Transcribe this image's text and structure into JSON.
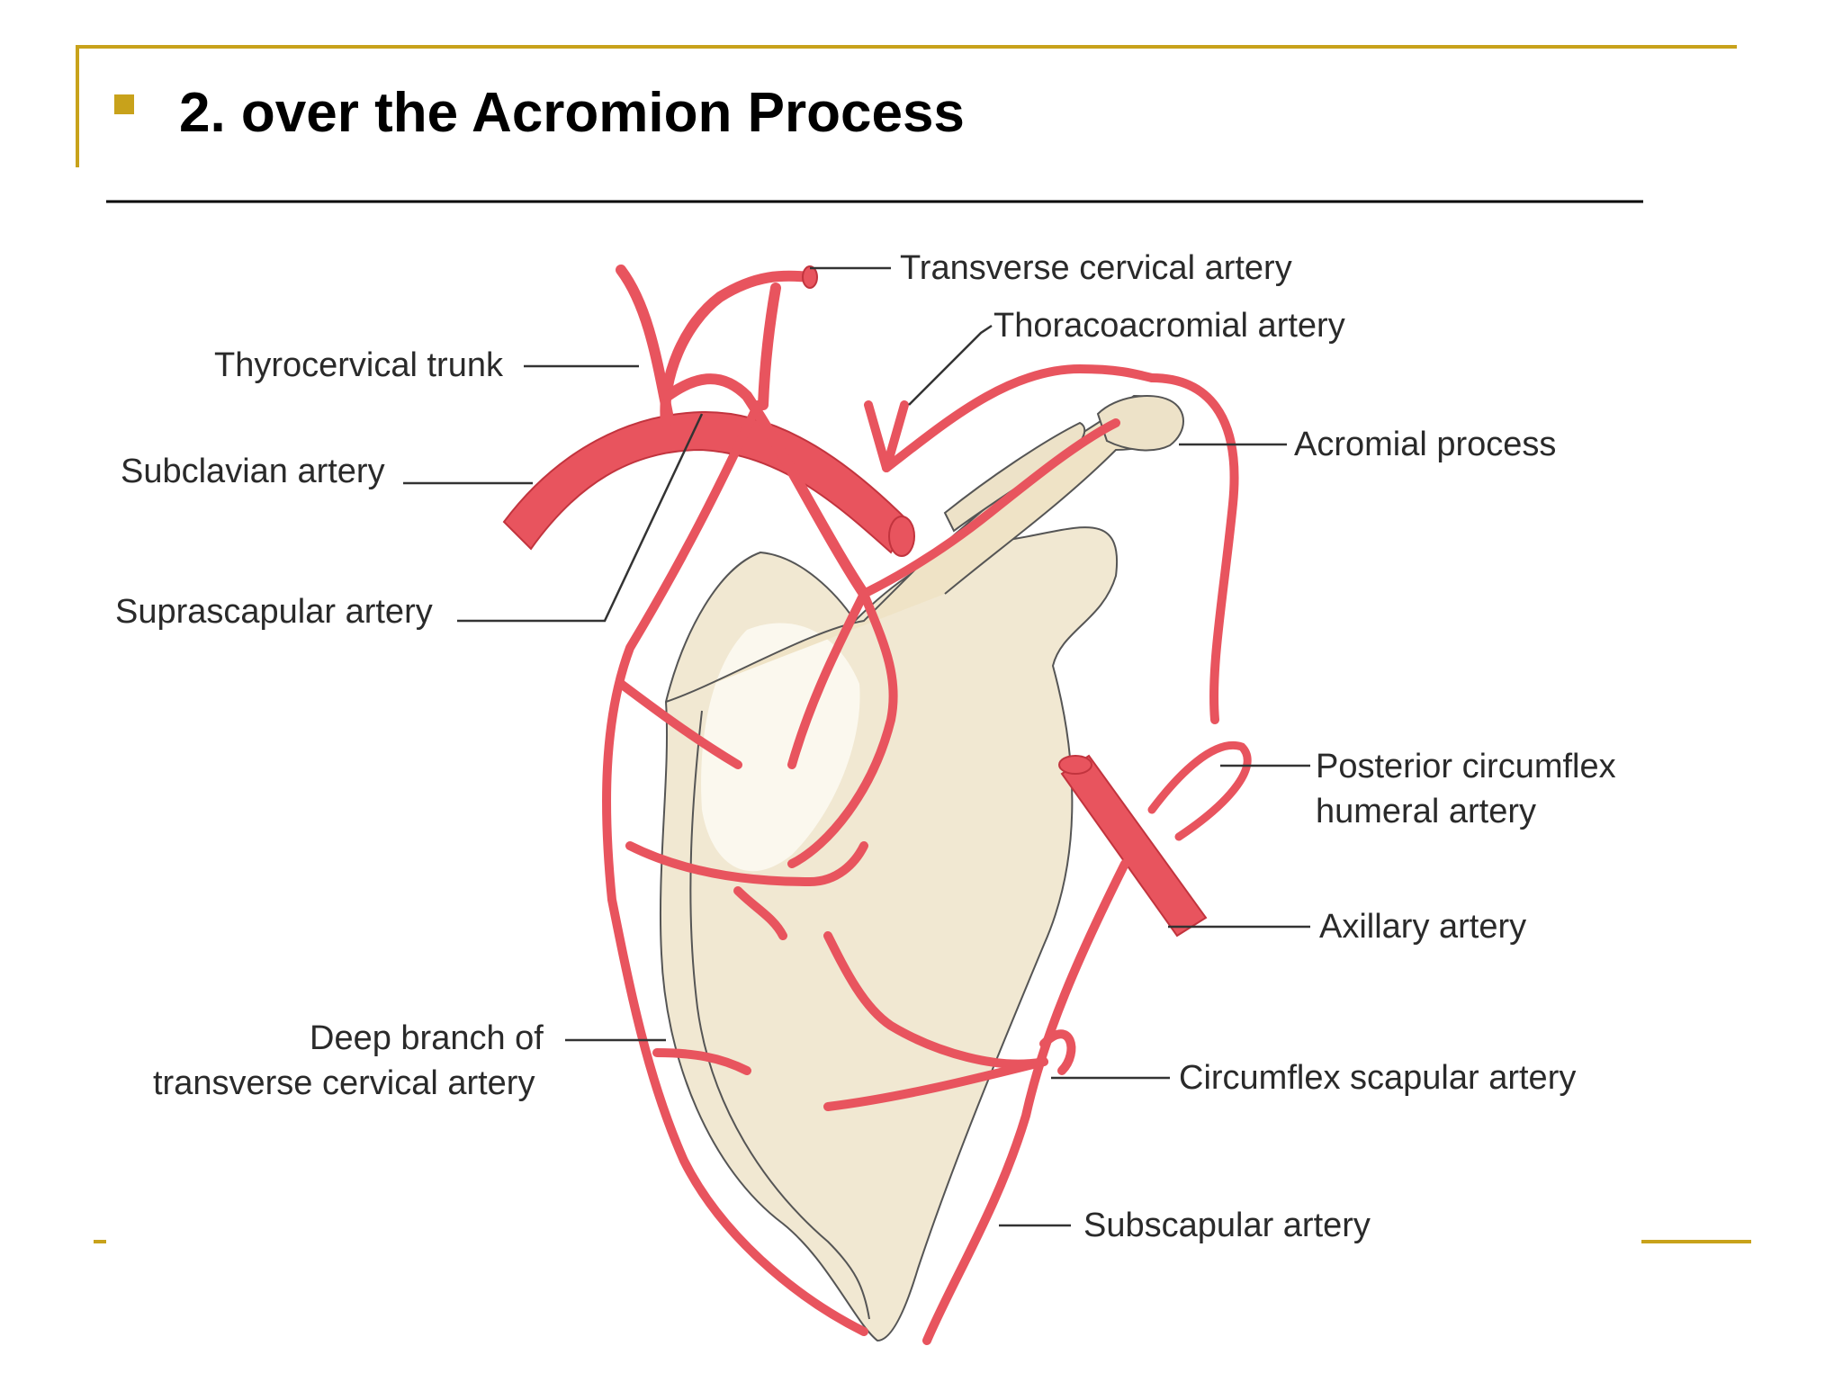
{
  "slide": {
    "title": "2. over the Acromion Process",
    "bullet_icon": "square-bullet-icon",
    "accent_color": "#C8A21B"
  },
  "diagram": {
    "colors": {
      "artery_fill": "#E8545E",
      "artery_stroke": "#C2343E",
      "bone_fill": "#F1E8D2",
      "bone_highlight": "#FBF8EE"
    },
    "labels": {
      "transverse_cervical": "Transverse cervical artery",
      "thoracoacromial": "Thoracoacromial artery",
      "thyrocervical": "Thyrocervical trunk",
      "subclavian": "Subclavian artery",
      "acromial": "Acromial process",
      "suprascapular": "Suprascapular artery",
      "posterior_circumflex_1": "Posterior circumflex",
      "posterior_circumflex_2": "humeral artery",
      "axillary": "Axillary artery",
      "deep_branch_1": "Deep branch of",
      "deep_branch_2": "transverse cervical artery",
      "circumflex_scapular": "Circumflex scapular artery",
      "subscapular": "Subscapular artery"
    }
  }
}
